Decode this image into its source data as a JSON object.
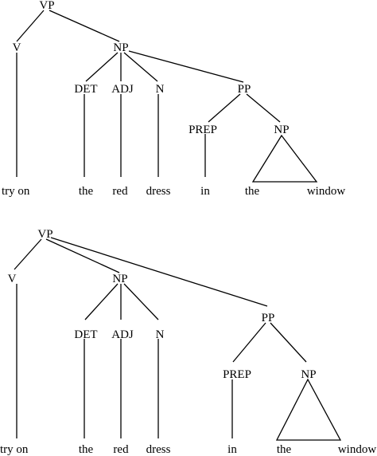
{
  "trees": [
    {
      "nodes": {
        "vp": "VP",
        "v": "V",
        "np": "NP",
        "det": "DET",
        "adj": "ADJ",
        "n": "N",
        "pp": "PP",
        "prep": "PREP",
        "np2": "NP"
      },
      "words": {
        "try_on": "try on",
        "the": "the",
        "red": "red",
        "dress": "dress",
        "in": "in",
        "the2": "the",
        "window": "window"
      }
    },
    {
      "nodes": {
        "vp": "VP",
        "v": "V",
        "np": "NP",
        "det": "DET",
        "adj": "ADJ",
        "n": "N",
        "pp": "PP",
        "prep": "PREP",
        "np2": "NP"
      },
      "words": {
        "try_on": "try on",
        "the": "the",
        "red": "red",
        "dress": "dress",
        "in": "in",
        "the2": "the",
        "window": "window"
      }
    }
  ]
}
